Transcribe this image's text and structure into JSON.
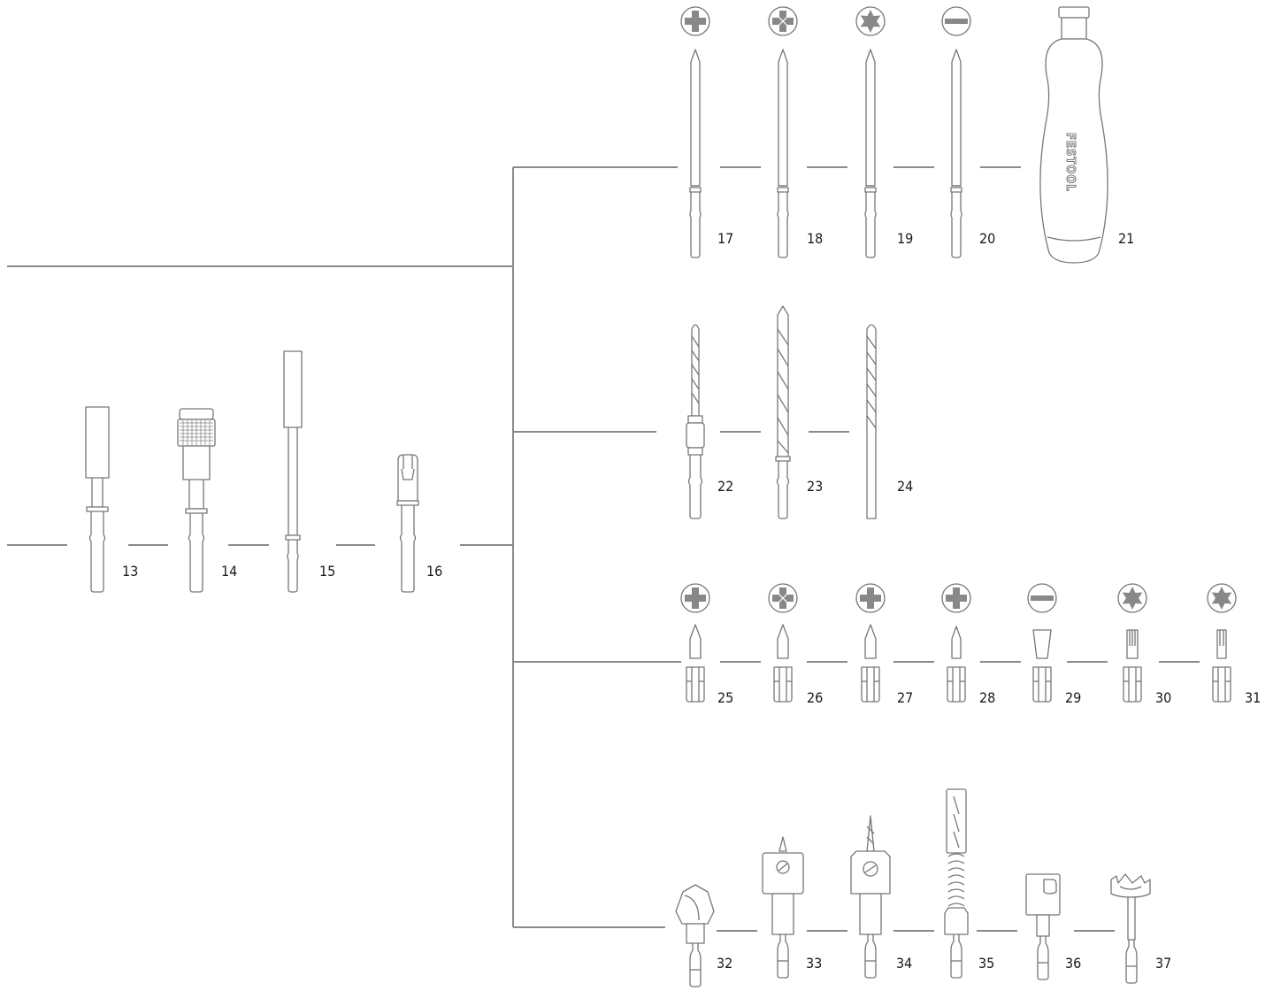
{
  "items": [
    {
      "number": "13"
    },
    {
      "number": "14"
    },
    {
      "number": "15"
    },
    {
      "number": "16"
    },
    {
      "number": "17"
    },
    {
      "number": "18"
    },
    {
      "number": "19"
    },
    {
      "number": "20"
    },
    {
      "number": "21"
    },
    {
      "number": "22"
    },
    {
      "number": "23"
    },
    {
      "number": "24"
    },
    {
      "number": "25"
    },
    {
      "number": "26"
    },
    {
      "number": "27"
    },
    {
      "number": "28"
    },
    {
      "number": "29"
    },
    {
      "number": "30"
    },
    {
      "number": "31"
    },
    {
      "number": "32"
    },
    {
      "number": "33"
    },
    {
      "number": "34"
    },
    {
      "number": "35"
    },
    {
      "number": "36"
    },
    {
      "number": "37"
    }
  ],
  "screwdriver_handle": {
    "brand_text": "FESTOOL"
  },
  "colors": {
    "line": "#8a8a8a",
    "outline": "#777777",
    "icon_fill": "#888888",
    "text": "#1a1a1a"
  }
}
